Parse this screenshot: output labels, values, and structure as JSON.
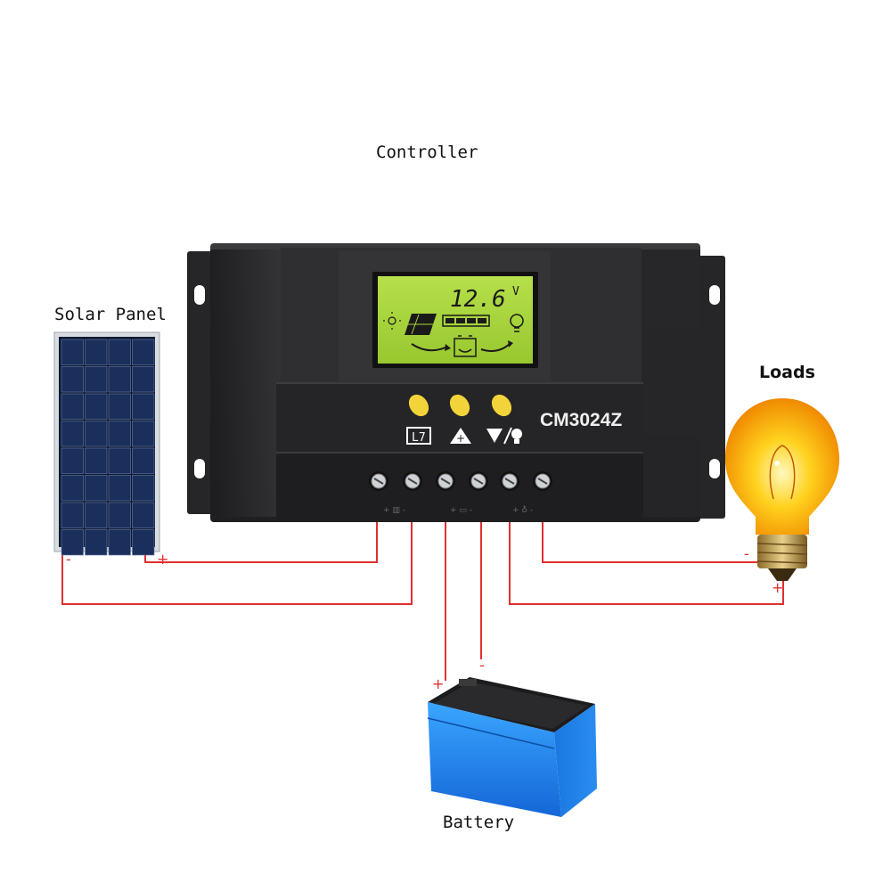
{
  "labels": {
    "controller": "Controller",
    "solar_panel": "Solar Panel",
    "loads": "Loads",
    "battery": "Battery"
  },
  "controller": {
    "model": "CM3024Z",
    "lcd_reading": "12.6",
    "lcd_unit": "V",
    "button_icons": [
      "mode-icon",
      "battery-type-icon",
      "load-settings-icon"
    ]
  },
  "polarity": {
    "plus": "+",
    "minus": "-"
  },
  "colors": {
    "wire": "#e03030",
    "controller_body": "#2b2b2d",
    "lcd": "#a9d63a",
    "button": "#f2d43a",
    "battery": "#1e8be6"
  }
}
